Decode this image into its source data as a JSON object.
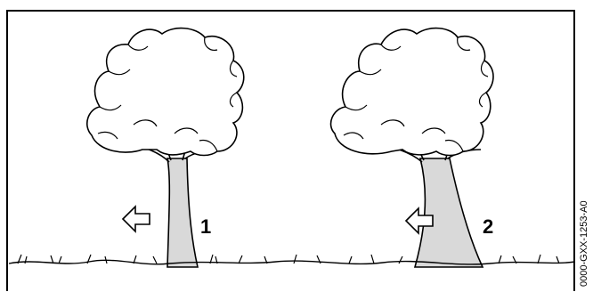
{
  "figure": {
    "panels": [
      {
        "label": "1",
        "arrow_direction": "left"
      },
      {
        "label": "2",
        "arrow_direction": "left"
      }
    ],
    "code": "0000-GXX-1253-A0",
    "colors": {
      "trunk": "#d9d9d9",
      "line": "#000000",
      "background": "#ffffff"
    }
  }
}
